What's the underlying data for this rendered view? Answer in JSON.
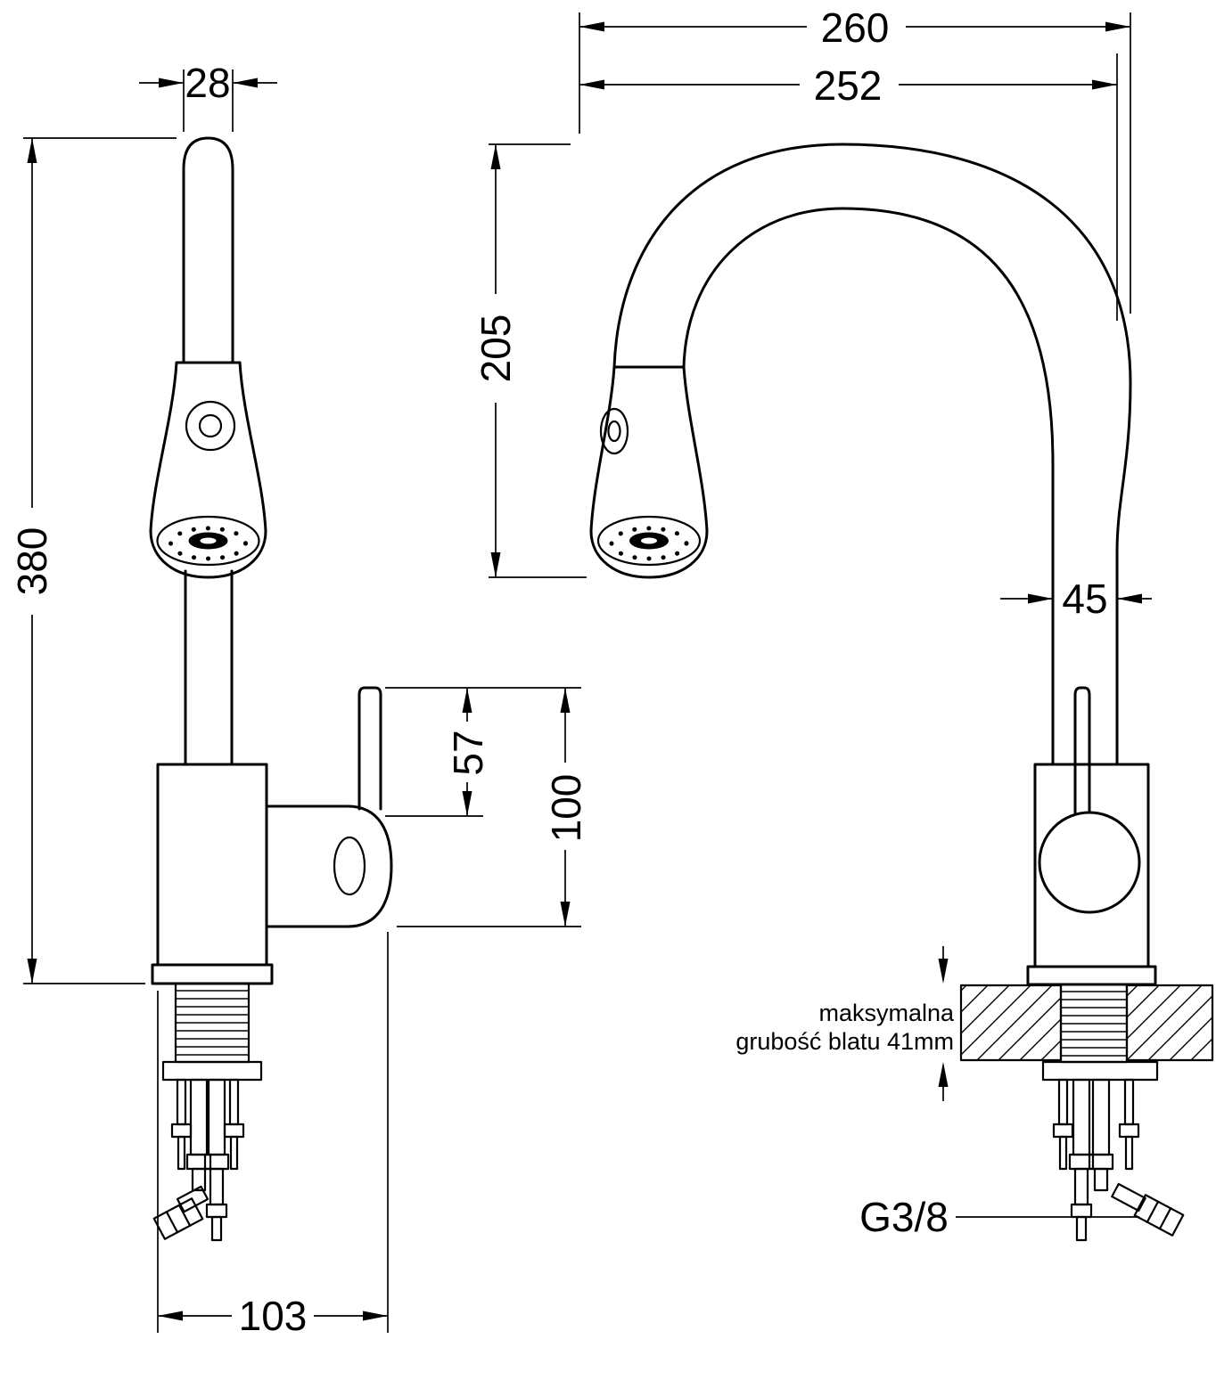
{
  "dimensions": {
    "spout_top_width": "28",
    "overall_width": "260",
    "spout_reach": "252",
    "spout_arc_height": "205",
    "overall_height": "380",
    "handle_lever_length": "57",
    "handle_assembly_height": "100",
    "column_width": "45",
    "base_depth": "103"
  },
  "labels": {
    "connection_thread": "G3/8",
    "counter_note_line1": "maksymalna",
    "counter_note_line2": "grubość blatu 41mm"
  },
  "colors": {
    "line": "#000000",
    "background": "#ffffff"
  }
}
